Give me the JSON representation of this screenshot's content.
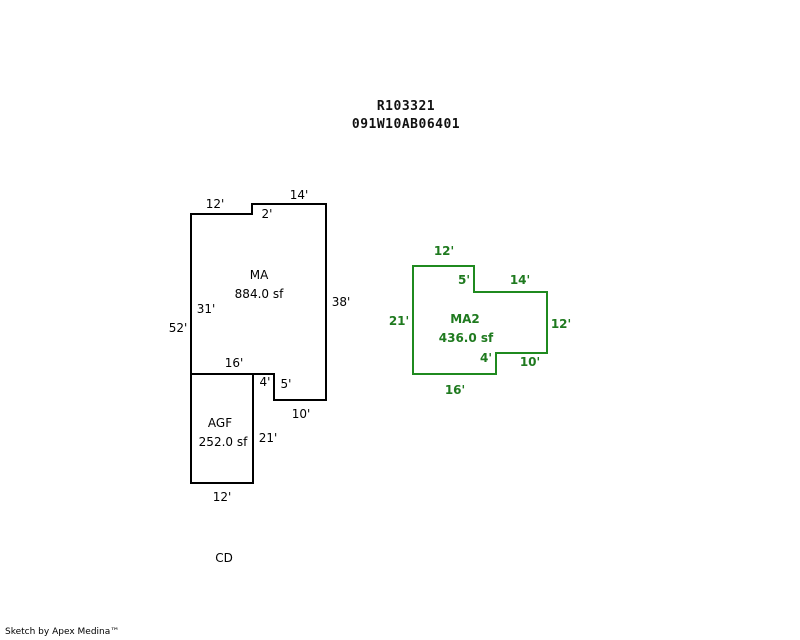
{
  "header": {
    "line1": "R103321",
    "line2": "091W10AB06401"
  },
  "credit": "Sketch by Apex Medina™",
  "colors": {
    "black_outline": "#000000",
    "green_outline": "#1f8a1f"
  },
  "areas": {
    "ma": {
      "name": "MA",
      "area": "884.0 sf"
    },
    "agf": {
      "name": "AGF",
      "area": "252.0 sf"
    },
    "ma2": {
      "name": "MA2",
      "area": "436.0 sf"
    }
  },
  "dims": {
    "ma_top_left": "12'",
    "ma_top_step": "2'",
    "ma_top_right": "14'",
    "ma_right": "38'",
    "ma_inner_left": "31'",
    "ma_outer_left": "52'",
    "ma_bottom_step": "5'",
    "ma_bottom_right": "10'",
    "agf_top": "16'",
    "agf_step": "4'",
    "agf_right": "21'",
    "agf_bottom": "12'",
    "ma2_top": "12'",
    "ma2_step": "5'",
    "ma2_top_right": "14'",
    "ma2_left": "21'",
    "ma2_right": "12'",
    "ma2_inner_step": "4'",
    "ma2_bottom_right": "10'",
    "ma2_bottom": "16'"
  },
  "other_labels": {
    "cd": "CD"
  }
}
